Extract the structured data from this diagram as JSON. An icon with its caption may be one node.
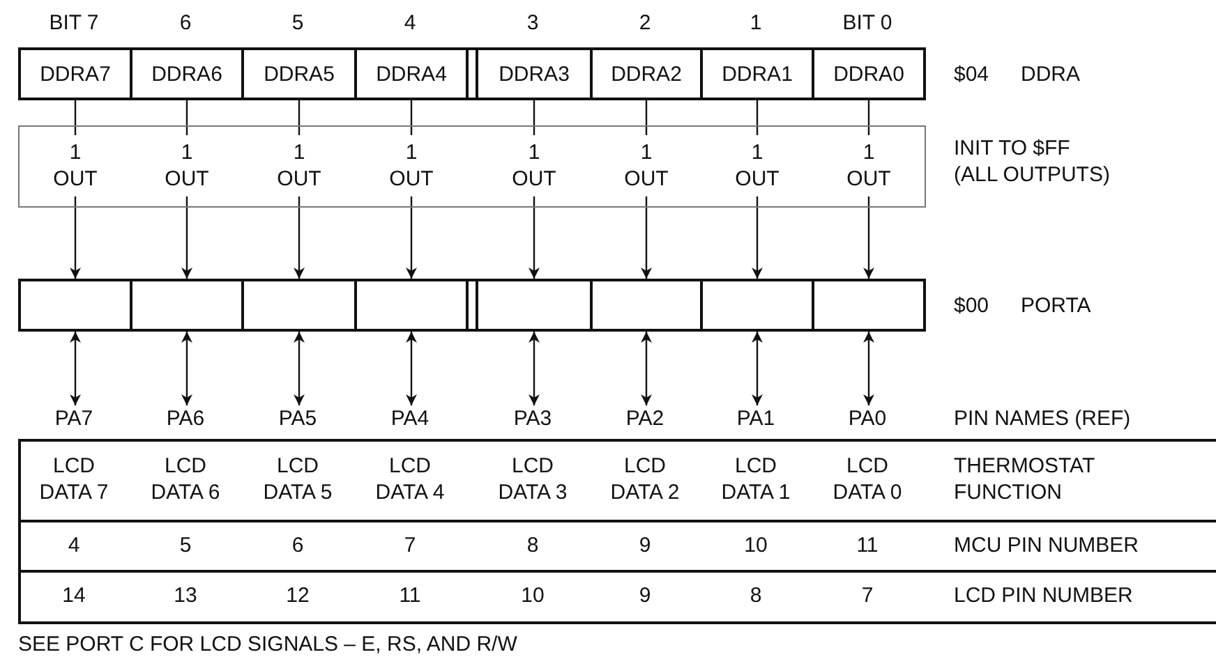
{
  "diagram": {
    "caption": "SEE PORT C FOR LCD SIGNALS – E, RS, AND R/W",
    "nodes": [
      {
        "text": [
          "DDRA7"
        ]
      },
      {
        "text": [
          "DDRA6"
        ]
      },
      {
        "text": [
          "DDRA5"
        ]
      },
      {
        "text": [
          "DDRA4"
        ]
      },
      {
        "text": [
          "DDRA3"
        ]
      },
      {
        "text": [
          "DDRA2"
        ]
      },
      {
        "text": [
          "DDRA1"
        ]
      },
      {
        "text": [
          "DDRA0"
        ]
      },
      {
        "text": [],
        "shape": "box"
      },
      {
        "text": [
          "1 OUT"
        ],
        "in": 8
      },
      {
        "text": [
          "1 OUT"
        ],
        "in": 8
      },
      {
        "text": [
          "1 OUT"
        ],
        "in": 8
      },
      {
        "text": [
          "1 OUT"
        ],
        "in": 8
      },
      {
        "text": [
          "1 OUT"
        ],
        "in": 8
      },
      {
        "text": [
          "1 OUT"
        ],
        "in": 8
      },
      {
        "text": [
          "1 OUT"
        ],
        "in": 8
      },
      {
        "text": [
          "1 OUT"
        ],
        "in": 8
      },
      {
        "text": [],
        "shape": "box"
      },
      {
        "text": [],
        "shape": "box"
      },
      {
        "text": [],
        "shape": "box"
      },
      {
        "text": [],
        "shape": "box"
      },
      {
        "text": [],
        "shape": "box"
      },
      {
        "text": [],
        "shape": "box"
      },
      {
        "text": [],
        "shape": "box"
      },
      {
        "text": [],
        "shape": "box"
      },
      {
        "text": [
          "PA7"
        ]
      },
      {
        "text": [
          "PA6"
        ]
      },
      {
        "text": [
          "PA5"
        ]
      },
      {
        "text": [
          "PA4"
        ]
      },
      {
        "text": [
          "PA3"
        ]
      },
      {
        "text": [
          "PA2"
        ]
      },
      {
        "text": [
          "PA1"
        ]
      },
      {
        "text": [
          "PA0"
        ]
      }
    ],
    "edges": [
      {
        "from": 0,
        "to": 9,
        "arrow": "none"
      },
      {
        "from": 1,
        "to": 10,
        "arrow": "none"
      },
      {
        "from": 2,
        "to": 11,
        "arrow": "none"
      },
      {
        "from": 3,
        "to": 12,
        "arrow": "none"
      },
      {
        "from": 4,
        "to": 13,
        "arrow": "none"
      },
      {
        "from": 5,
        "to": 14,
        "arrow": "none"
      },
      {
        "from": 6,
        "to": 15,
        "arrow": "none"
      },
      {
        "from": 7,
        "to": 16,
        "arrow": "none"
      },
      {
        "from": 9,
        "to": 17,
        "arrow": "to"
      },
      {
        "from": 10,
        "to": 18,
        "arrow": "to"
      },
      {
        "from": 11,
        "to": 19,
        "arrow": "to"
      },
      {
        "from": 12,
        "to": 20,
        "arrow": "to"
      },
      {
        "from": 13,
        "to": 21,
        "arrow": "to"
      },
      {
        "from": 14,
        "to": 22,
        "arrow": "to"
      },
      {
        "from": 15,
        "to": 23,
        "arrow": "to"
      },
      {
        "from": 16,
        "to": 24,
        "arrow": "to"
      },
      {
        "from": 17,
        "to": 25,
        "arrow": "both"
      },
      {
        "from": 18,
        "to": 26,
        "arrow": "both"
      },
      {
        "from": 19,
        "to": 27,
        "arrow": "both"
      },
      {
        "from": 20,
        "to": 28,
        "arrow": "both"
      },
      {
        "from": 21,
        "to": 29,
        "arrow": "both"
      },
      {
        "from": 22,
        "to": 30,
        "arrow": "both"
      },
      {
        "from": 23,
        "to": 31,
        "arrow": "both"
      },
      {
        "from": 24,
        "to": 32,
        "arrow": "both"
      }
    ],
    "labels": [
      "BIT 7",
      "6",
      "5",
      "4",
      "3",
      "2",
      "1",
      "BIT 0",
      "$04",
      "DDRA",
      "INIT TO $FF (ALL OUTPUTS)",
      "$00",
      "PORTA",
      "PIN NAMES (REF)",
      "LCD DATA 7",
      "LCD DATA 6",
      "LCD DATA 5",
      "LCD DATA 4",
      "LCD DATA 3",
      "LCD DATA 2",
      "LCD DATA 1",
      "LCD DATA 0",
      "THERMOSTAT FUNCTION",
      "4",
      "5",
      "6",
      "7",
      "8",
      "9",
      "10",
      "11",
      "MCU PIN NUMBER",
      "14",
      "13",
      "12",
      "11",
      "10",
      "9",
      "8",
      "7",
      "LCD PIN NUMBER"
    ]
  }
}
